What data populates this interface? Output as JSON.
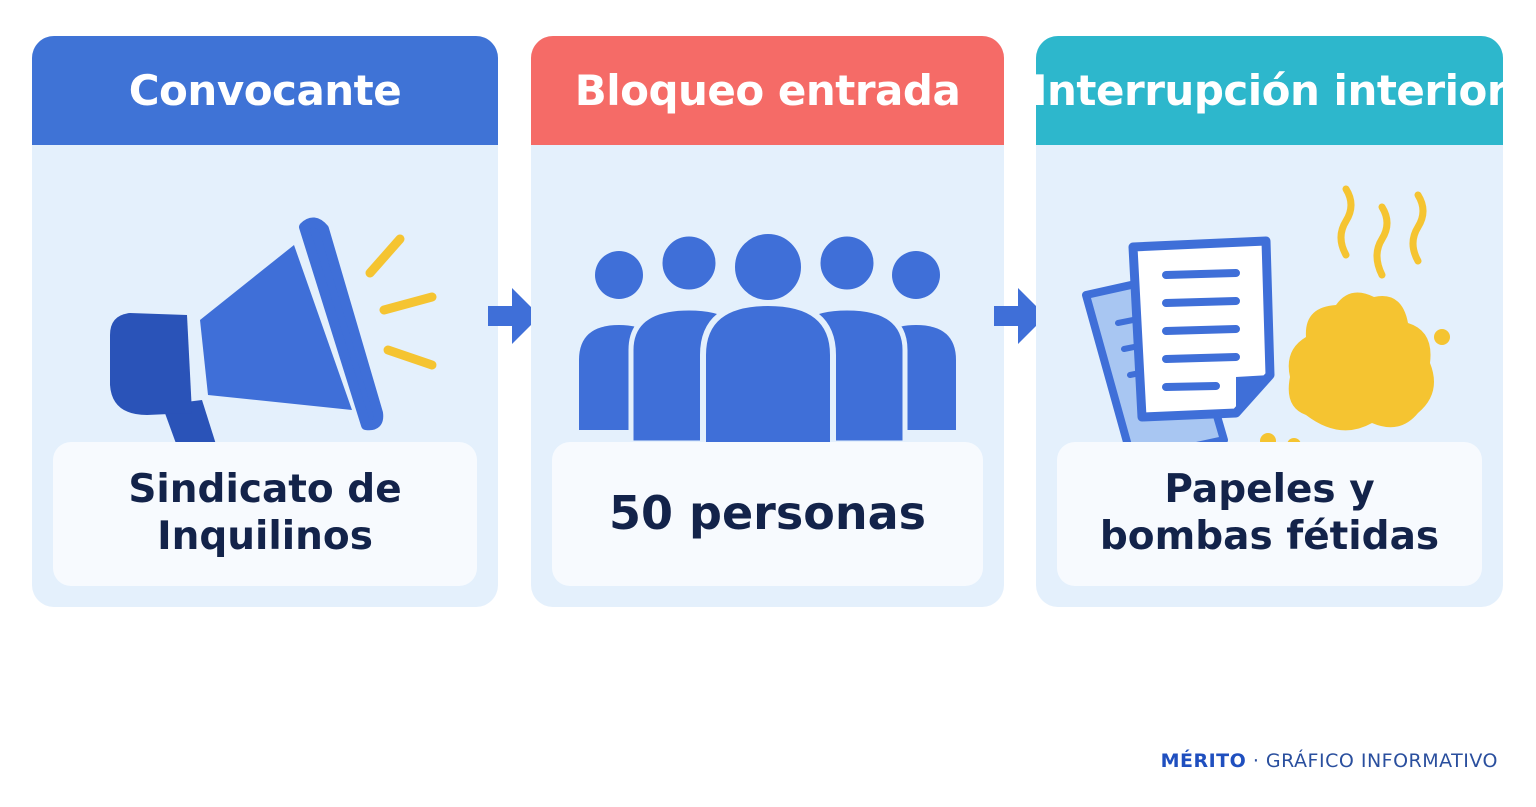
{
  "steps": [
    {
      "header": "Convocante",
      "lines": [
        "Sindicato de",
        "Inquilinos"
      ],
      "header_color": "#3f73d6",
      "icon": "megaphone-icon"
    },
    {
      "header": "Bloqueo entrada",
      "lines": [
        "50 personas"
      ],
      "header_color": "#f56b67",
      "icon": "crowd-icon"
    },
    {
      "header": "Interrupción interior",
      "lines": [
        "Papeles y",
        "bombas fétidas"
      ],
      "header_color": "#2db7cc",
      "icon": "papers-stinkbomb-icon"
    }
  ],
  "footer": {
    "brand": "MÉRITO",
    "separator": " · ",
    "label": "GRÁFICO INFORMATIVO"
  },
  "colors": {
    "card_bg": "#e4f0fc",
    "icon_blue": "#3f6fd8",
    "icon_dark_blue": "#2a53b8",
    "accent_yellow": "#f5c431",
    "text_dark": "#13234a"
  }
}
